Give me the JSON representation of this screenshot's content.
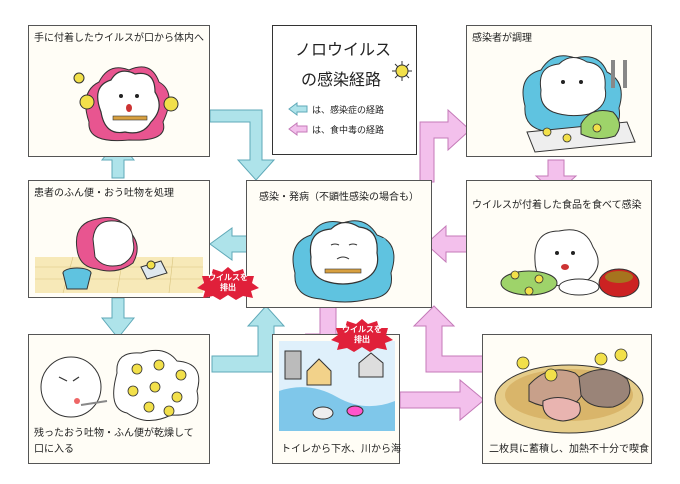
{
  "title": {
    "line1": "ノロウイルス",
    "line2": "の感染経路"
  },
  "legend": {
    "infection_route": "は、感染症の経路",
    "food_poisoning_route": "は、食中毒の経路"
  },
  "panels": {
    "hand_to_mouth": "手に付着したウイルスが口から体内へ",
    "cook": "感染者が調理",
    "vomit_handling": "患者のふん便・おう吐物を処理",
    "infection": "感染・発病（不顕性感染の場合も）",
    "food_eaten": "ウイルスが付着した食品を食べて感染",
    "dried_line1": "残ったおう吐物・ふん便が乾燥して",
    "dried_line2": "口に入る",
    "sewage": "トイレから下水、川から海",
    "shellfish": "二枚貝に蓄積し、加熱不十分で喫食"
  },
  "badges": {
    "virus_excreted_a_line1": "ウイルスを",
    "virus_excreted_a_line2": "排出",
    "virus_excreted_b_line1": "ウイルスを",
    "virus_excreted_b_line2": "排出"
  },
  "colors": {
    "infection_arrow": "#aee3ea",
    "infection_arrow_stroke": "#5fa9b8",
    "food_arrow": "#f3c0ec",
    "food_arrow_stroke": "#c47ab8",
    "badge": "#e0203a",
    "panel_border": "#555555"
  }
}
